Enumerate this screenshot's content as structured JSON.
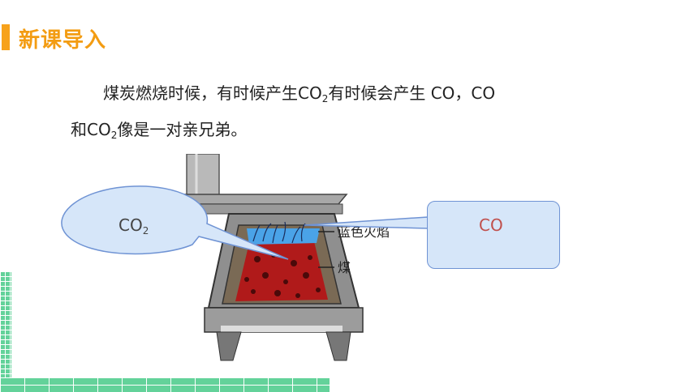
{
  "header": {
    "title": "新课导入"
  },
  "intro": {
    "line1_a": "煤炭燃烧时候，有时候产生CO",
    "line1_sub": "2",
    "line1_b": "有时候会产生 CO，CO",
    "line2_a": "和CO",
    "line2_sub": "2",
    "line2_b": "像是一对亲兄弟。"
  },
  "figure": {
    "label_flame": "蓝色火焰",
    "label_coal": "煤"
  },
  "callouts": {
    "left_main": "CO",
    "left_sub": "2",
    "right": "CO"
  },
  "colors": {
    "accent": "#f39c12",
    "co_text": "#c0504d",
    "callout_fill": "#d6e6f9",
    "callout_border": "#6f93d4",
    "deco_green": "#63d29a"
  }
}
